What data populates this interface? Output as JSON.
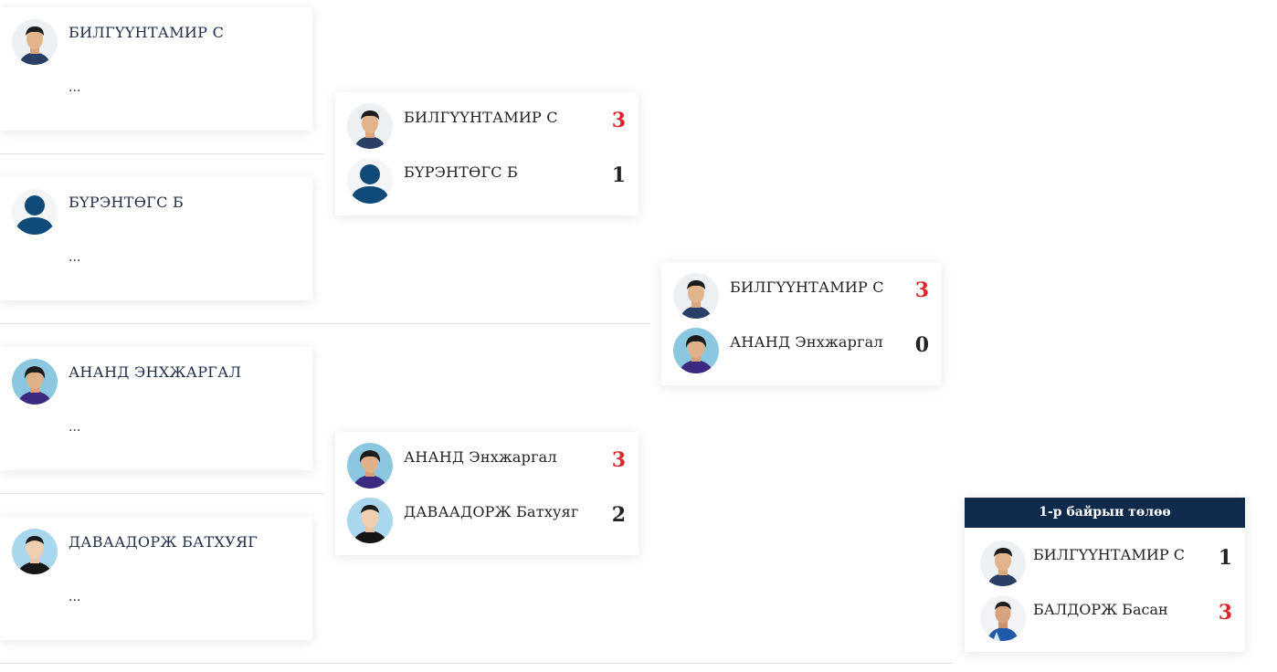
{
  "colors": {
    "winner_score": "#e0242e",
    "header_bg": "#0f2a4a",
    "placeholder_avatar": "#0f4a78"
  },
  "entries": [
    {
      "name": "БИЛГҮҮНТАМИР С",
      "sub": "...",
      "avatar": "photo-avatar-icon"
    },
    {
      "name": "БҮРЭНТӨГС Б",
      "sub": "...",
      "avatar": "person-placeholder-icon"
    },
    {
      "name": "АНАНД ЭНХЖАРГАЛ",
      "sub": "...",
      "avatar": "photo-avatar-icon"
    },
    {
      "name": "ДАВААДОРЖ БАТХУЯГ",
      "sub": "...",
      "avatar": "photo-avatar-icon"
    }
  ],
  "round2": [
    {
      "players": [
        {
          "name": "БИЛГҮҮНТАМИР С",
          "score": "3",
          "winner": true
        },
        {
          "name": "БҮРЭНТӨГС Б",
          "score": "1",
          "winner": false
        }
      ]
    },
    {
      "players": [
        {
          "name": "АНАНД Энхжаргал",
          "score": "3",
          "winner": true
        },
        {
          "name": "ДАВААДОРЖ Батхуяг",
          "score": "2",
          "winner": false
        }
      ]
    }
  ],
  "round3": {
    "players": [
      {
        "name": "БИЛГҮҮНТАМИР С",
        "score": "3",
        "winner": true
      },
      {
        "name": "АНАНД Энхжаргал",
        "score": "0",
        "winner": false
      }
    ]
  },
  "first_place": {
    "title": "1-р байрын төлөө",
    "players": [
      {
        "name": "БИЛГҮҮНТАМИР С",
        "score": "1",
        "winner": false
      },
      {
        "name": "БАЛДОРЖ Басан",
        "score": "3",
        "winner": true
      }
    ]
  }
}
